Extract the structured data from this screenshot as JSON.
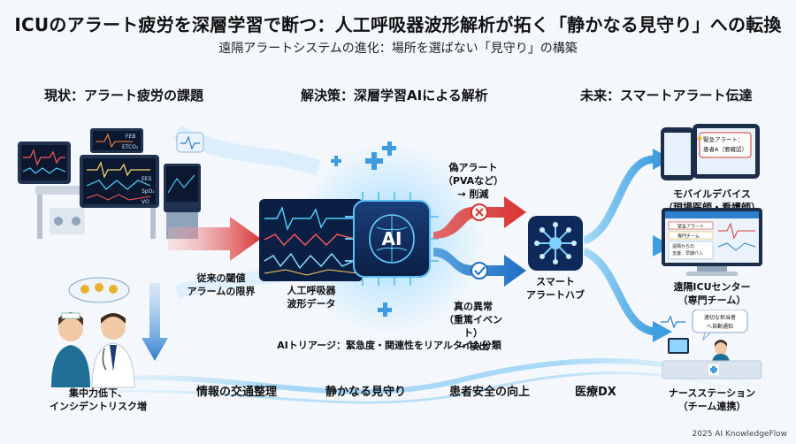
{
  "header": {
    "title": "ICUのアラート疲労を深層学習で断つ：人工呼吸器波形解析が拓く「静かなる見守り」への転換",
    "subtitle": "遠隔アラートシステムの進化：場所を選ばない「見守り」の構築"
  },
  "sections": {
    "current": "現状：アラート疲労の課題",
    "solution": "解決策：深層学習AIによる解析",
    "future": "未来：スマートアラート伝達"
  },
  "left": {
    "monitor_labels": [
      "EES",
      "SpO₂",
      "VO",
      "FEB",
      "ETCO₂"
    ],
    "threshold_label": "従来の閾値\nアラームの限界",
    "staff_impact": "集中力低下、\nインシデントリスク増"
  },
  "center": {
    "waveform_label": "人工呼吸器\n波形データ",
    "ai_text": "AI",
    "false_alarm": "偽アラート\n（PVAなど）\n→ 削減",
    "true_event": "真の異常\n（重篤イベント）\n→ 検出",
    "triage": "AIトリアージ：緊急度・関連性をリアルタイム分類"
  },
  "hub": {
    "label": "スマート\nアラートハブ"
  },
  "right": {
    "mobile_label": "モバイルデバイス\n（現場医師・看護師）",
    "mobile_alert": "緊急アラート：\n患者A（要確認）",
    "icu_label": "遠隔ICUセンター\n（専門チーム）",
    "icu_rows": [
      "緊急アラート",
      "専門チーム",
      "遠隔からの\n支援、早期介入"
    ],
    "nurse_label": "ナースステーション\n（チーム連携）",
    "nurse_bubble": "適切な担当者\nへ自動通知"
  },
  "bottom_terms": [
    "情報の交通整理",
    "静かなる見守り",
    "患者安全の向上",
    "医療DX"
  ],
  "footer": "2025 AI KnowledgeFlow",
  "colors": {
    "red_arrow": "#d93434",
    "blue_arrow": "#2f7fd0",
    "navy": "#0e2a5a",
    "glow": "#55b8f0"
  }
}
